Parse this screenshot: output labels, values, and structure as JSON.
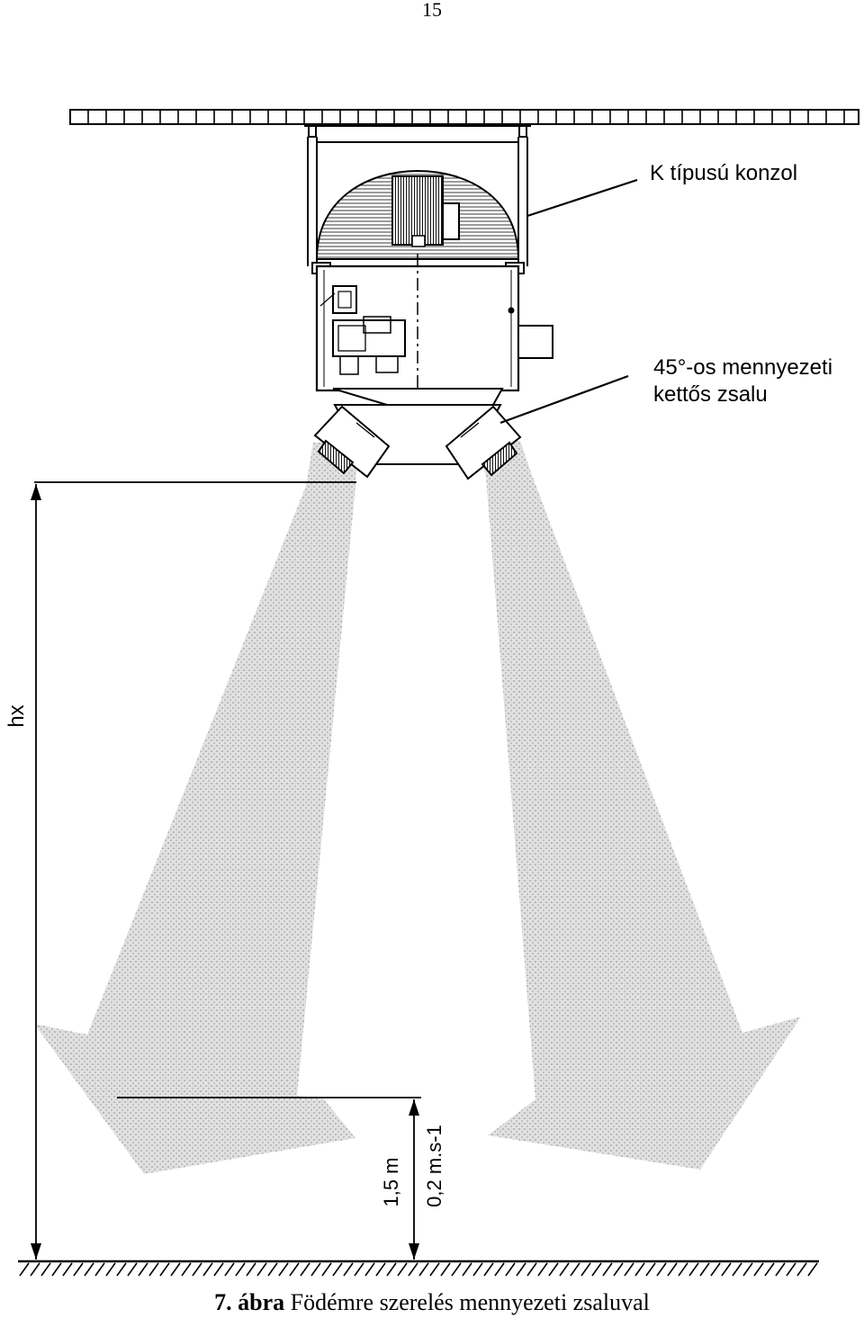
{
  "page": {
    "number": "15"
  },
  "labels": {
    "bracket": "K típusú konzol",
    "louver_line1": "45°-os mennyezeti",
    "louver_line2": "kettős zsalu",
    "height_total": "hx",
    "height_low": "1,5 m",
    "velocity": "0,2 m.s-1"
  },
  "caption": {
    "figure_number": "7. ábra",
    "text": "Födémre szerelés mennyezeti zsaluval"
  }
}
